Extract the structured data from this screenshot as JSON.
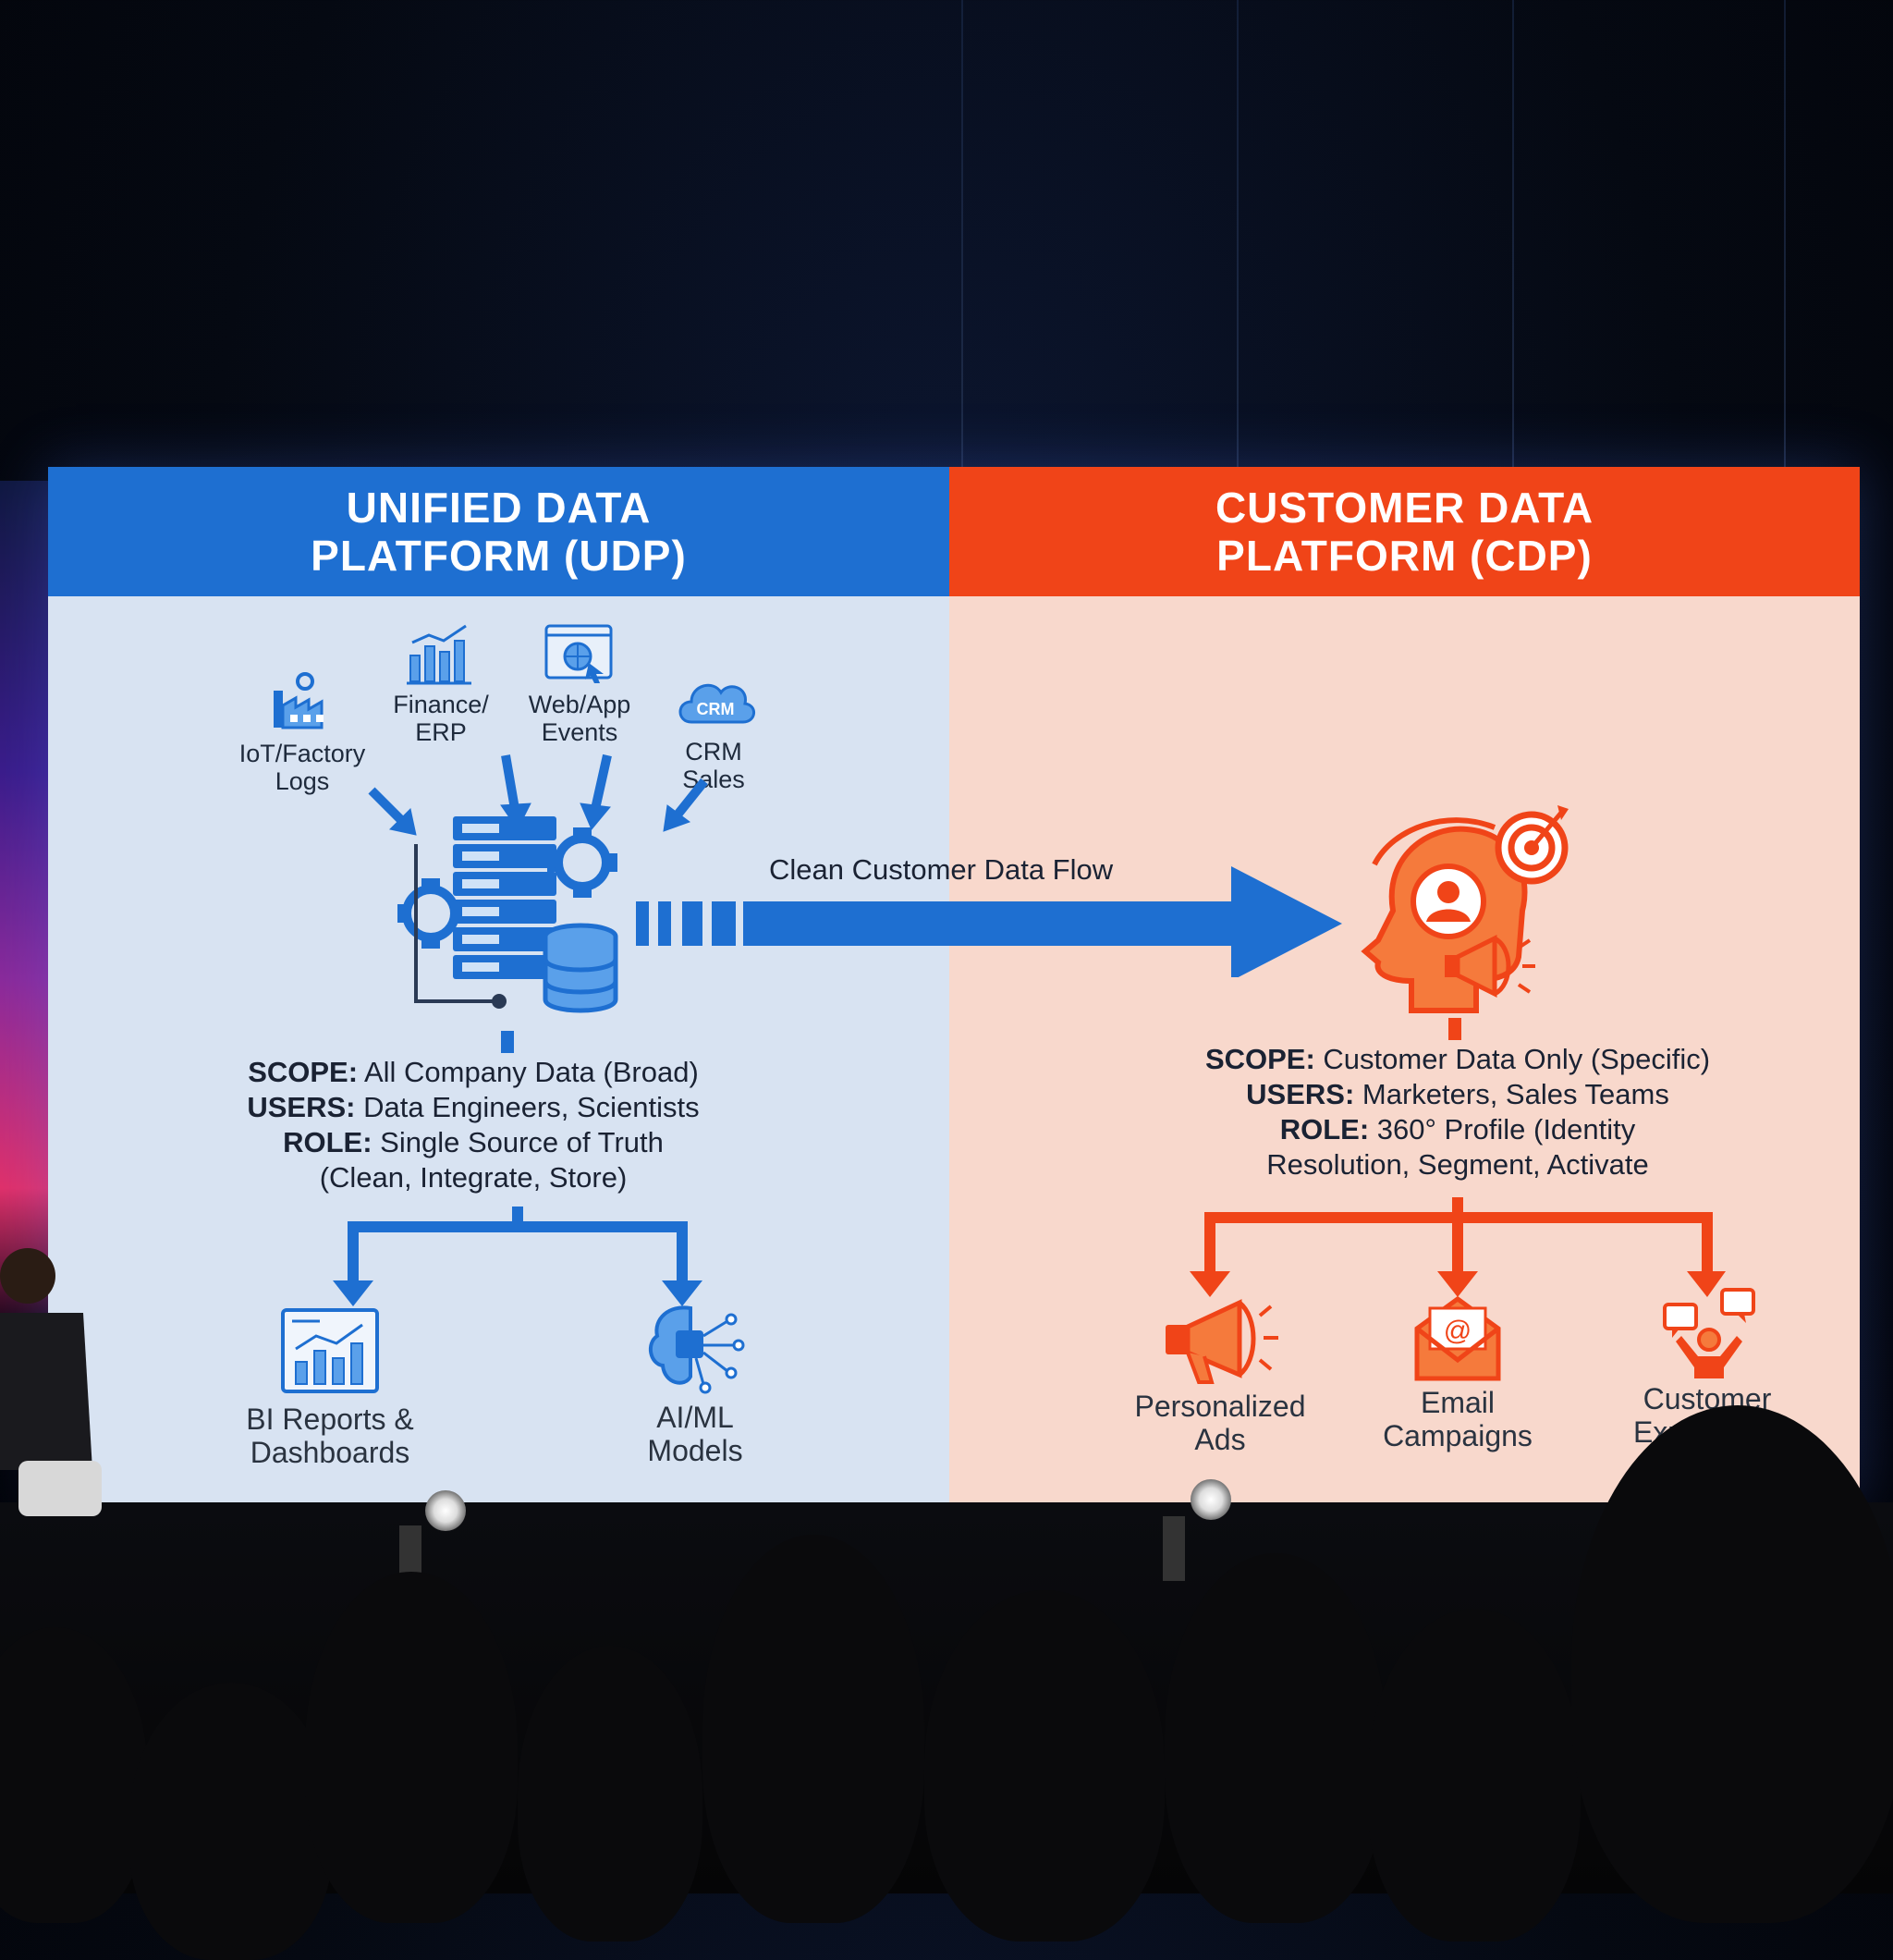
{
  "udp": {
    "title_line1": "UNIFIED DATA",
    "title_line2": "PLATFORM (UDP)",
    "sources": [
      {
        "icon": "factory-icon",
        "line1": "IoT/Factory",
        "line2": "Logs"
      },
      {
        "icon": "bar-chart-icon",
        "line1": "Finance/",
        "line2": "ERP"
      },
      {
        "icon": "web-globe-icon",
        "line1": "Web/App",
        "line2": "Events"
      },
      {
        "icon": "crm-cloud-icon",
        "badge": "CRM",
        "line1": "CRM",
        "line2": "Sales"
      }
    ],
    "scope_key": "SCOPE:",
    "scope_val": "All Company Data (Broad)",
    "users_key": "USERS:",
    "users_val": "Data Engineers, Scientists",
    "role_key": "ROLE:",
    "role_val": "Single Source of Truth",
    "role_val2": "(Clean, Integrate, Store)",
    "outputs": [
      {
        "icon": "dashboard-chart-icon",
        "line1": "BI Reports &",
        "line2": "Dashboards"
      },
      {
        "icon": "ai-brain-icon",
        "line1": "AI/ML",
        "line2": "Models"
      }
    ]
  },
  "flow": {
    "label": "Clean Customer Data Flow"
  },
  "cdp": {
    "title_line1": "CUSTOMER DATA",
    "title_line2": "PLATFORM (CDP)",
    "scope_key": "SCOPE:",
    "scope_val": "Customer Data Only (Specific)",
    "users_key": "USERS:",
    "users_val": "Marketers, Sales Teams",
    "role_key": "ROLE:",
    "role_val": "360° Profile (Identity",
    "role_val2": "Resolution, Segment, Activate",
    "outputs": [
      {
        "icon": "megaphone-icon",
        "line1": "Personalized",
        "line2": "Ads"
      },
      {
        "icon": "email-icon",
        "line1": "Email",
        "line2": "Campaigns"
      },
      {
        "icon": "customer-experience-icon",
        "line1": "Customer",
        "line2": "Experience"
      }
    ]
  },
  "colors": {
    "blue": "#1e6fd1",
    "orange": "#f04418",
    "blue_bg": "#d8e3f2",
    "orange_bg": "#f8d8cc"
  }
}
